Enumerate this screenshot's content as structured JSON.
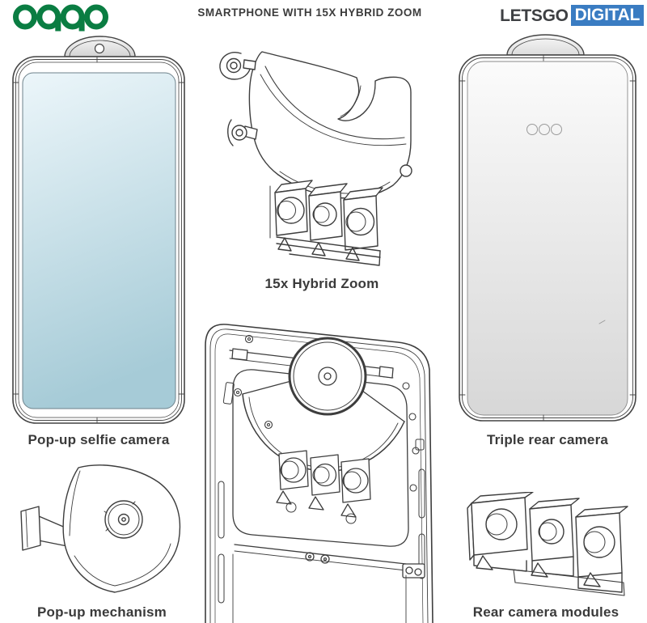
{
  "header": {
    "oppo_logo": {
      "text": "oppo"
    },
    "title": "SMARTPHONE WITH 15X HYBRID ZOOM",
    "letsgo_logo": {
      "part1": "LETSGO",
      "part2": "DIGITAL"
    }
  },
  "captions": {
    "front_phone": "Pop-up selfie camera",
    "zoom_module": "15x Hybrid Zoom",
    "rear_phone": "Triple rear camera",
    "popup_mechanism": "Pop-up mechanism",
    "camera_modules": "Rear camera modules"
  },
  "figures": {
    "front_phone": "phone front view with pop-up selfie camera raised and blue-teal screen",
    "zoom_module": "crescent shaped 15x hybrid zoom periscope bracket with three camera modules",
    "rear_phone": "phone rear view with dome pop-up and three hidden camera openings",
    "internal_frame": "internal mid-frame with rotating pop-up fan disc and triple camera modules",
    "popup_mechanism": "fan shaped pop-up rotation mechanism with camera disc and actuator arm",
    "camera_modules": "three rear camera module blocks on mounting bracket"
  },
  "colors": {
    "oppo_green": "#0a7d42",
    "digital_bg": "#3a7cc2",
    "letsgo_text": "#3e4043",
    "title_text": "#3c3c3c",
    "caption_text": "#3a3a3a",
    "line": "#3d3d3d",
    "screen_top": "#ecf6fa",
    "screen_bottom": "#a6cbd7",
    "back_top": "#fbfbfb",
    "back_bottom": "#d7d7d7"
  }
}
